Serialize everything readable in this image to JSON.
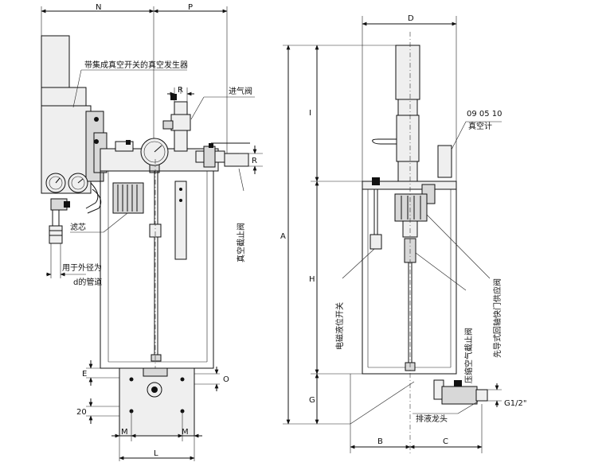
{
  "diagram": {
    "labels": {
      "vacuum_generator": "带集成真空开关的真空发生器",
      "inlet_valve": "进气阀",
      "filter": "滤芯",
      "vacuum_stop_valve": "真空截止阀",
      "pipe_for_od_line1": "用于外径为",
      "pipe_for_od_line2": "d的管道",
      "vacuum_gauge_code": "09 05 10",
      "vacuum_gauge": "真空计",
      "solenoid_level_switch": "电磁液位开关",
      "compressed_air_stop_valve": "压缩空气截止阀",
      "pilot_valve": "先导式回轴快门供应阀",
      "drain_tap": "排液龙头",
      "thread": "G1/2\""
    },
    "dims": {
      "N": "N",
      "P": "P",
      "R_top": "R",
      "R_side": "R",
      "E": "E",
      "O": "O",
      "d20": "20",
      "M_left": "M",
      "M_right": "M",
      "L": "L",
      "D": "D",
      "I": "I",
      "A": "A",
      "H": "H",
      "G": "G",
      "B": "B",
      "C": "C"
    }
  }
}
